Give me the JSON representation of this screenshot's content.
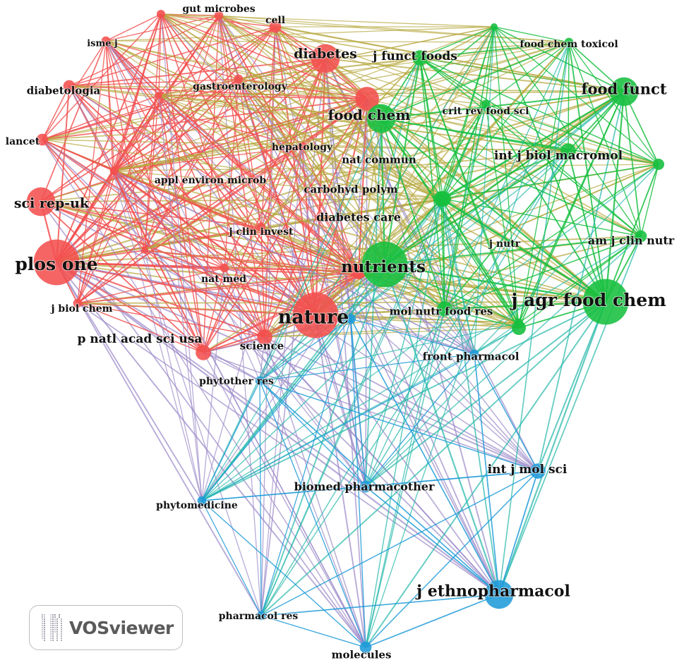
{
  "map": {
    "type": "co-citation network",
    "clusters": {
      "red": {
        "color": "#f2504f"
      },
      "green": {
        "color": "#17bf3f"
      },
      "blue": {
        "color": "#1f9bd8"
      }
    },
    "nodes": [
      {
        "id": "plos_one",
        "label": "plos one",
        "cluster": "red",
        "weight": 10
      },
      {
        "id": "sci_rep_uk",
        "label": "sci rep-uk",
        "cluster": "red",
        "weight": 7
      },
      {
        "id": "nature",
        "label": "nature",
        "cluster": "red",
        "weight": 10
      },
      {
        "id": "diabetes",
        "label": "diabetes",
        "cluster": "red",
        "weight": 7
      },
      {
        "id": "cell",
        "label": "cell",
        "cluster": "red",
        "weight": 3
      },
      {
        "id": "gut_microbes",
        "label": "gut microbes",
        "cluster": "red",
        "weight": 2
      },
      {
        "id": "isme_j",
        "label": "isme j",
        "cluster": "red",
        "weight": 2
      },
      {
        "id": "diabetologia",
        "label": "diabetologia",
        "cluster": "red",
        "weight": 3
      },
      {
        "id": "gastroenterology",
        "label": "gastroenterology",
        "cluster": "red",
        "weight": 2
      },
      {
        "id": "lancet",
        "label": "lancet",
        "cluster": "red",
        "weight": 3
      },
      {
        "id": "hepatology",
        "label": "hepatology",
        "cluster": "red",
        "weight": 2
      },
      {
        "id": "appl_environ_microb",
        "label": "appl environ microb",
        "cluster": "red",
        "weight": 2
      },
      {
        "id": "nat_commun",
        "label": "nat commun",
        "cluster": "red",
        "weight": 6
      },
      {
        "id": "j_clin_invest",
        "label": "j clin invest",
        "cluster": "red",
        "weight": 2
      },
      {
        "id": "nat_med",
        "label": "nat med",
        "cluster": "red",
        "weight": 2
      },
      {
        "id": "j_biol_chem",
        "label": "j biol chem",
        "cluster": "red",
        "weight": 2
      },
      {
        "id": "p_natl_acad_sci_usa",
        "label": "p natl acad sci usa",
        "cluster": "red",
        "weight": 4
      },
      {
        "id": "science",
        "label": "science",
        "cluster": "red",
        "weight": 4
      },
      {
        "id": "diabetes_care",
        "label": "diabetes care",
        "cluster": "red",
        "weight": 4
      },
      {
        "id": "nutrients",
        "label": "nutrients",
        "cluster": "green",
        "weight": 10
      },
      {
        "id": "j_agr_food_chem",
        "label": "j agr food chem",
        "cluster": "green",
        "weight": 10
      },
      {
        "id": "food_funct",
        "label": "food funct",
        "cluster": "green",
        "weight": 7
      },
      {
        "id": "food_chem",
        "label": "food chem",
        "cluster": "green",
        "weight": 7
      },
      {
        "id": "j_funct_foods",
        "label": "j funct foods",
        "cluster": "green",
        "weight": 4
      },
      {
        "id": "food_chem_toxicol",
        "label": "food chem toxicol",
        "cluster": "green",
        "weight": 2
      },
      {
        "id": "crit_rev_food_sci",
        "label": "crit rev food sci",
        "cluster": "green",
        "weight": 2
      },
      {
        "id": "int_j_biol_macromol",
        "label": "int j biol macromol",
        "cluster": "green",
        "weight": 4
      },
      {
        "id": "carbohyd_polym",
        "label": "carbohyd polym",
        "cluster": "green",
        "weight": 4
      },
      {
        "id": "am_j_clin_nutr",
        "label": "am j clin nutr",
        "cluster": "green",
        "weight": 3
      },
      {
        "id": "j_nutr",
        "label": "j nutr",
        "cluster": "green",
        "weight": 2
      },
      {
        "id": "mol_nutr_food_res",
        "label": "mol nutr food res",
        "cluster": "green",
        "weight": 4
      },
      {
        "id": "front_pharmacol",
        "label": "front pharmacol",
        "cluster": "blue",
        "weight": 2
      },
      {
        "id": "int_j_mol_sci",
        "label": "int j mol sci",
        "cluster": "blue",
        "weight": 4
      },
      {
        "id": "phytother_res",
        "label": "phytother res",
        "cluster": "blue",
        "weight": 2
      },
      {
        "id": "biomed_pharmacother",
        "label": "biomed pharmacother",
        "cluster": "blue",
        "weight": 3
      },
      {
        "id": "phytomedicine",
        "label": "phytomedicine",
        "cluster": "blue",
        "weight": 2
      },
      {
        "id": "j_ethnopharmacol",
        "label": "j ethnopharmacol",
        "cluster": "blue",
        "weight": 7
      },
      {
        "id": "pharmacol_res",
        "label": "pharmacol res",
        "cluster": "blue",
        "weight": 2
      },
      {
        "id": "molecules",
        "label": "molecules",
        "cluster": "blue",
        "weight": 3
      }
    ]
  },
  "badge": {
    "text": "VOSviewer"
  }
}
